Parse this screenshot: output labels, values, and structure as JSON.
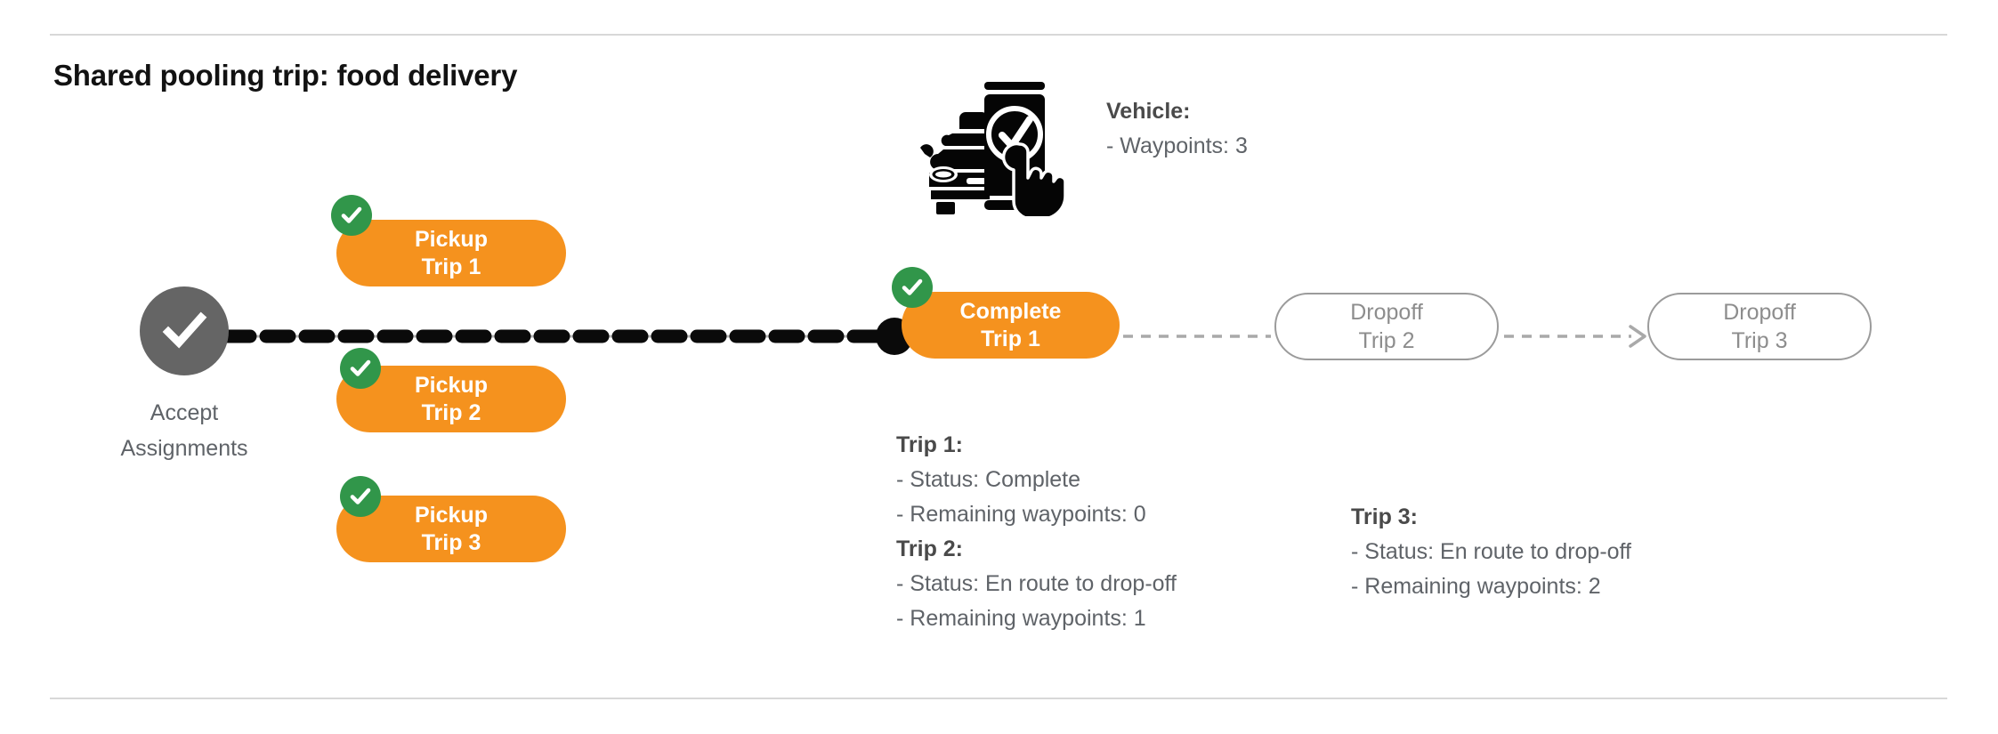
{
  "page": {
    "title": "Shared pooling trip: food delivery",
    "background_color": "#ffffff",
    "divider_color": "#d8d8d8"
  },
  "colors": {
    "orange": "#f5921e",
    "green": "#31964a",
    "gray_node": "#656565",
    "gray_outline": "#9b9b9b",
    "gray_text": "#5f6368",
    "black": "#000000"
  },
  "flow": {
    "start_node": {
      "icon": "check-circle-icon",
      "label_line1": "Accept",
      "label_line2": "Assignments"
    },
    "pickup_nodes": [
      {
        "line1": "Pickup",
        "line2": "Trip 1",
        "status_icon": "check-badge-icon",
        "complete": true
      },
      {
        "line1": "Pickup",
        "line2": "Trip 2",
        "status_icon": "check-badge-icon",
        "complete": true
      },
      {
        "line1": "Pickup",
        "line2": "Trip 3",
        "status_icon": "check-badge-icon",
        "complete": true
      }
    ],
    "complete_node": {
      "line1": "Complete",
      "line2": "Trip 1",
      "status_icon": "check-badge-icon",
      "complete": true
    },
    "dropoff_nodes": [
      {
        "line1": "Dropoff",
        "line2": "Trip 2",
        "complete": false
      },
      {
        "line1": "Dropoff",
        "line2": "Trip 3",
        "complete": false
      }
    ]
  },
  "vehicle": {
    "icon": "car-phone-check-icon",
    "heading": "Vehicle:",
    "detail": "- Waypoints: 3"
  },
  "trip_details": {
    "trip1": {
      "heading": "Trip 1:",
      "status": "- Status:  Complete",
      "remaining": "- Remaining waypoints: 0"
    },
    "trip2": {
      "heading": "Trip 2:",
      "status": "- Status:  En route to drop-off",
      "remaining": "- Remaining waypoints: 1"
    },
    "trip3": {
      "heading": "Trip 3:",
      "status": "- Status:  En route to drop-off",
      "remaining": "- Remaining waypoints: 2"
    }
  }
}
